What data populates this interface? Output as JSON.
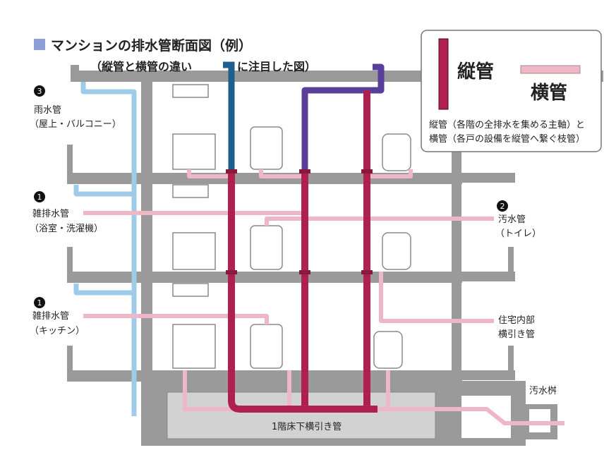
{
  "title": "マンションの排水管断面図（例）",
  "subtitle_left": "（縦管と横管の違い",
  "subtitle_right": "に注目した図）",
  "legend": {
    "vertical_label": "縦管",
    "horizontal_label": "横管",
    "note_line1": "縦管（各階の全排水を集める主軸）と",
    "note_line2": "横管（各戸の設備を縦管へ繋ぐ枝管）"
  },
  "labels": {
    "rain": {
      "num": "3",
      "name": "雨水管",
      "detail": "（屋上・バルコニー）"
    },
    "bath": {
      "num": "1",
      "name": "雑排水管",
      "detail": "（浴室・洗濯機）"
    },
    "kitchen": {
      "num": "1",
      "name": "雑排水管",
      "detail": "（キッチン）"
    },
    "sewage": {
      "num": "2",
      "name": "汚水管",
      "detail": "（トイレ）"
    },
    "interior_line1": "住宅内部",
    "interior_line2": "横引き管",
    "catch_basin": "汚水桝",
    "underfloor": "1階床下横引き管"
  },
  "colors": {
    "vertical_pipe": "#b0204f",
    "horizontal_pipe": "#efb6c6",
    "vent_blue": "#1f5f8f",
    "vent_purple": "#5a3f9a",
    "rain_pipe": "#9fcbea",
    "structure": "#9a9a9a",
    "title_square": "#8d9fd6"
  }
}
